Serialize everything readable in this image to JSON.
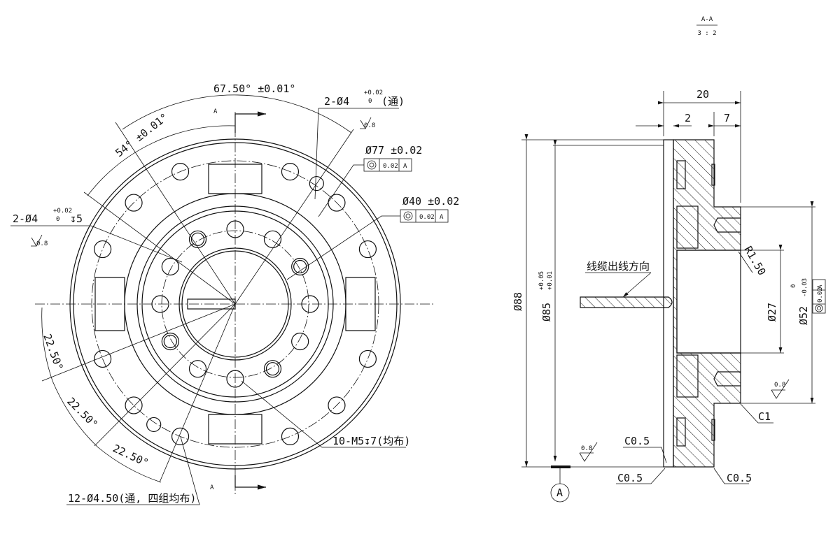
{
  "section_label": {
    "name": "A-A",
    "scale": "3 : 2"
  },
  "front_view": {
    "section_marker_top": "A",
    "section_marker_bottom": "A",
    "angle_67": "67.50° ±0.01°",
    "angle_54": "54° ±0.01°",
    "hole_through": {
      "text": "2-Ø4",
      "tol_upper": "+0.02",
      "tol_lower": "0",
      "suffix": "(通)",
      "roughness": "0.8"
    },
    "hole_blind": {
      "text": "2-Ø4",
      "tol_upper": "+0.02",
      "tol_lower": "0",
      "depth": "↧5",
      "roughness": "0.8"
    },
    "dia77": {
      "text": "Ø77 ±0.02",
      "tol": "0.02",
      "datum": "A"
    },
    "dia40": {
      "text": "Ø40 ±0.02",
      "tol": "0.02",
      "datum": "A"
    },
    "angle_a": "22.50°",
    "angle_b": "22.50°",
    "angle_c": "22.50°",
    "m5_note": "10-M5↧7(均布)",
    "hole12_note": "12-Ø4.50(通, 四组均布)"
  },
  "section_view": {
    "dim_20": "20",
    "dim_2": "2",
    "dim_7": "7",
    "dim_88": "Ø88",
    "dim_85": "Ø85",
    "dim_85_tol_upper": "+0.05",
    "dim_85_tol_lower": "+0.01",
    "dim_27": "Ø27",
    "dim_52": "Ø52",
    "dim_52_tol_upper": "0",
    "dim_52_tol_lower": "-0.03",
    "dim_52_tol": "0.02",
    "dim_52_datum": "A",
    "radius": "R1.50",
    "cable_note": "线缆出线方向",
    "chamfer_c1": "C1",
    "chamfer_1": "C0.5",
    "chamfer_2": "C0.5",
    "chamfer_3": "C0.5",
    "roughness_1": "0.8",
    "roughness_2": "0.8",
    "datum": "A"
  }
}
